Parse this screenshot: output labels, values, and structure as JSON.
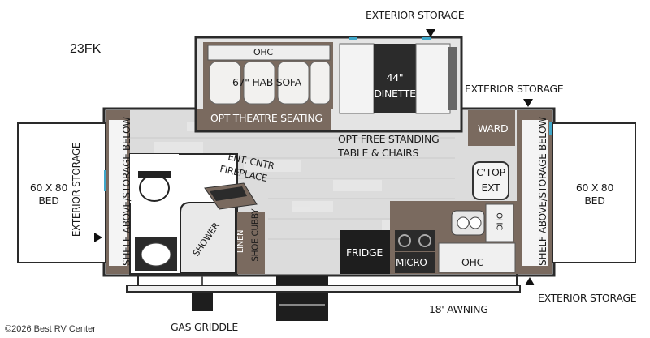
{
  "model": "23FK",
  "labels": {
    "exterior_storage_top": "EXTERIOR STORAGE",
    "exterior_storage_right": "EXTERIOR STORAGE",
    "exterior_storage_bottom": "EXTERIOR STORAGE",
    "exterior_storage_left_bed": "EXTERIOR STORAGE",
    "ohc_sofa": "OHC",
    "hab_sofa": "67\" HAB SOFA",
    "dinette_size": "44\"",
    "dinette": "DINETTE",
    "theatre": "OPT THEATRE SEATING",
    "ward": "WARD",
    "free_standing_1": "OPT FREE STANDING",
    "free_standing_2": "TABLE & CHAIRS",
    "ctop_1": "C'TOP",
    "ctop_2": "EXT",
    "bed_left_1": "60 X 80",
    "bed_left_2": "BED",
    "bed_right_1": "60 X 80",
    "bed_right_2": "BED",
    "shelf_left": "SHELF ABOVE/STORAGE BELOW",
    "shelf_right": "SHELF ABOVE/STORAGE BELOW",
    "ent_1": "ENT. CNTR",
    "ent_2": "FIREPLACE",
    "shoe_cubby": "SHOE CUBBY",
    "linen": "LINEN",
    "shower": "SHOWER",
    "fridge": "FRIDGE",
    "micro": "MICRO",
    "ohc_kitchen": "OHC",
    "ohc_sink": "OHC",
    "awning": "18' AWNING",
    "gas_griddle": "GAS GRIDDLE"
  },
  "copyright": "©2026 Best RV Center",
  "colors": {
    "outline": "#2a2a2a",
    "floor": "#d9d9d9",
    "wood": "#7a6a5f",
    "cabinet": "#1e1e1e",
    "cushion": "#f1f0ee",
    "accent_blue": "#3fa7c9"
  }
}
